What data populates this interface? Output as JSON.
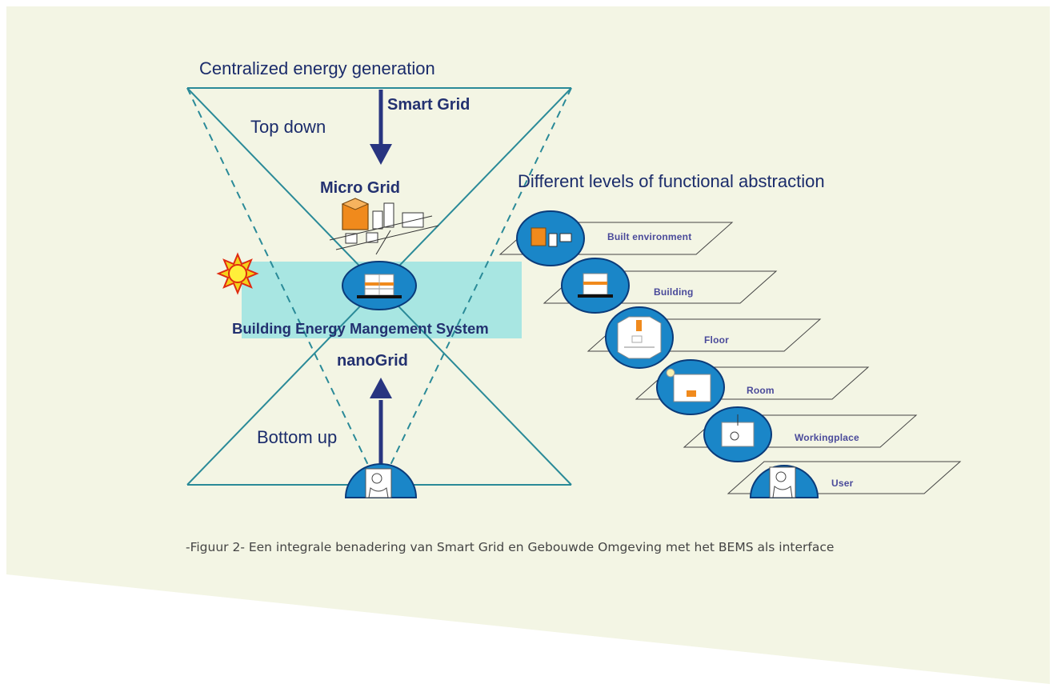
{
  "top_title": "Centralized energy generation",
  "smart_grid": "Smart Grid",
  "top_down": "Top down",
  "micro_grid": "Micro Grid",
  "bems": "Building Energy Mangement System",
  "nanogrid": "nanoGrid",
  "bottom_up": "Bottom up",
  "abstraction_title": "Different levels of functional abstraction",
  "levels": [
    "Built environment",
    "Building",
    "Floor",
    "Room",
    "Workingplace",
    "User"
  ],
  "caption": "-Figuur 2- Een integrale benadering van Smart Grid en Gebouwde Omgeving met het BEMS als interface",
  "colors": {
    "panel": "#f3f5e4",
    "lines": "#2a8a98",
    "arrow": "#283580",
    "bems_band": "#a8e6e2",
    "node": "#1a86c8",
    "building_orange": "#f08a1c"
  }
}
